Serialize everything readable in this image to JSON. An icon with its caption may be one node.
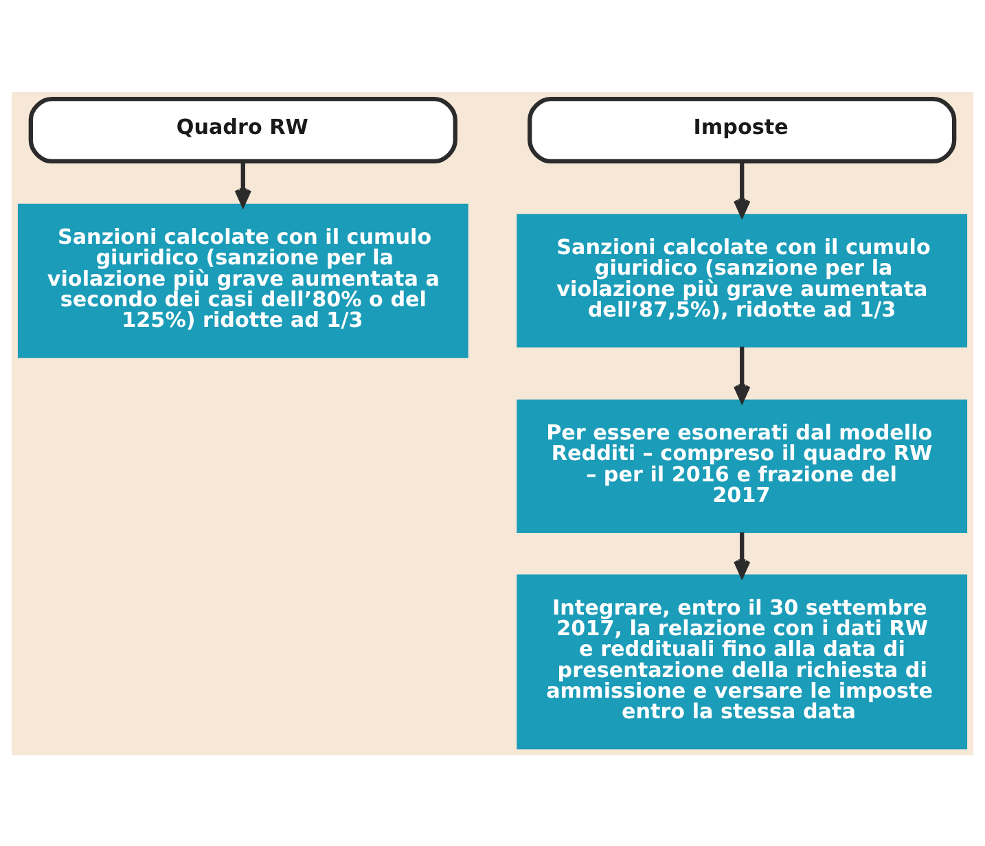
{
  "diagram": {
    "nodes": [
      {
        "text": [
          "Quadro RW"
        ]
      },
      {
        "text": [
          "Sanzioni calcolate con il cumulo giuridico (sanzione per la violazione più grave aumentata a secondo dei casi dell’80% o del 125%) ridotte ad 1/3"
        ]
      },
      {
        "text": [
          "Imposte"
        ]
      },
      {
        "text": [
          "Sanzioni calcolate con il cumulo giuridico (sanzione per la violazione più grave aumentata dell’87,5%), ridotte ad 1/3"
        ]
      },
      {
        "text": [
          "Per essere esonerati dal modello Redditi – compreso il quadro RW – per il 2016 e frazione del 2017"
        ]
      },
      {
        "text": [
          "Integrare, entro il 30 settembre 2017, la relazione con i dati RW e reddituali fino alla data di presentazione della richiesta di ammissione e versare le imposte entro la stessa data"
        ]
      }
    ],
    "edges": [
      {
        "from": 0,
        "to": 1,
        "arrow": "to"
      },
      {
        "from": 2,
        "to": 3,
        "arrow": "to"
      },
      {
        "from": 3,
        "to": 4,
        "arrow": "to"
      },
      {
        "from": 4,
        "to": 5,
        "arrow": "to"
      }
    ]
  }
}
